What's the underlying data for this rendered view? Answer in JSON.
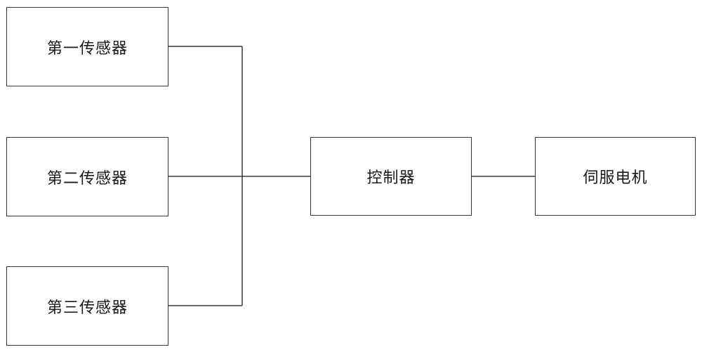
{
  "diagram": {
    "nodes": {
      "sensor_1": {
        "label": "第一传感器"
      },
      "sensor_2": {
        "label": "第二传感器"
      },
      "sensor_3": {
        "label": "第三传感器"
      },
      "controller": {
        "label": "控制器"
      },
      "servo_motor": {
        "label": "伺服电机"
      }
    },
    "edges": [
      {
        "from": "sensor_1",
        "to": "controller"
      },
      {
        "from": "sensor_2",
        "to": "controller"
      },
      {
        "from": "sensor_3",
        "to": "controller"
      },
      {
        "from": "controller",
        "to": "servo_motor"
      }
    ]
  }
}
